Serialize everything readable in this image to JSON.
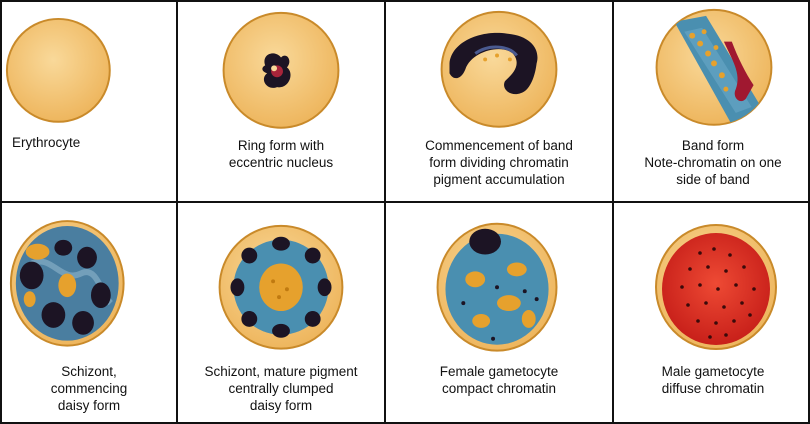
{
  "colors": {
    "cell_fill": "#f3c77b",
    "cell_rim": "#c98a2a",
    "chromatin": "#1c1424",
    "cytoplasm_blue": "#4a8fb0",
    "pigment": "#e6a12d",
    "male_red": "#d8281e"
  },
  "stages": [
    {
      "caption": "Erythrocyte"
    },
    {
      "caption": "Ring form with\neccentric nucleus"
    },
    {
      "caption": "Commencement of band\nform dividing chromatin\npigment accumulation"
    },
    {
      "caption": "Band form\nNote-chromatin on one\nside of band"
    },
    {
      "caption": "Schizont,\ncommencing\ndaisy form"
    },
    {
      "caption": "Schizont, mature pigment\ncentrally clumped\ndaisy form"
    },
    {
      "caption": "Female gametocyte\ncompact chromatin"
    },
    {
      "caption": "Male gametocyte\ndiffuse chromatin"
    }
  ]
}
